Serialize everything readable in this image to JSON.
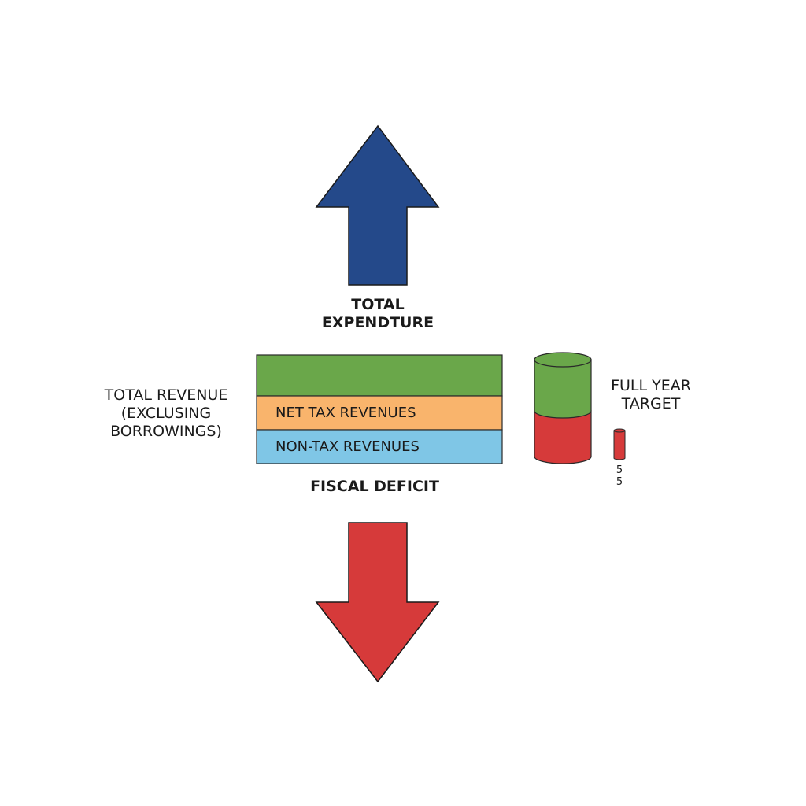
{
  "diagram": {
    "expenditure": {
      "line1": "TOTAL",
      "line2": "EXPENDTURE"
    },
    "revenue": {
      "line1": "TOTAL REVENUE",
      "line2": "(EXCLUSING",
      "line3": "BORROWINGS)"
    },
    "bands": {
      "net_tax": "NET TAX REVENUES",
      "non_tax": "NON-TAX REVENUES"
    },
    "fiscal_deficit": "FISCAL DEFICIT",
    "target": {
      "line1": "FULL YEAR",
      "line2": "TARGET"
    },
    "mini_value": {
      "line1": "5",
      "line2": "5"
    }
  },
  "colors": {
    "up_arrow": "#24498a",
    "down_arrow": "#d63a3a",
    "band_top": "#6aa74a",
    "band_middle": "#f9b46c",
    "band_bottom": "#7fc6e6",
    "cylinder_top": "#6aa74a",
    "cylinder_bottom": "#d63a3a",
    "outline": "#2a2a2a"
  }
}
